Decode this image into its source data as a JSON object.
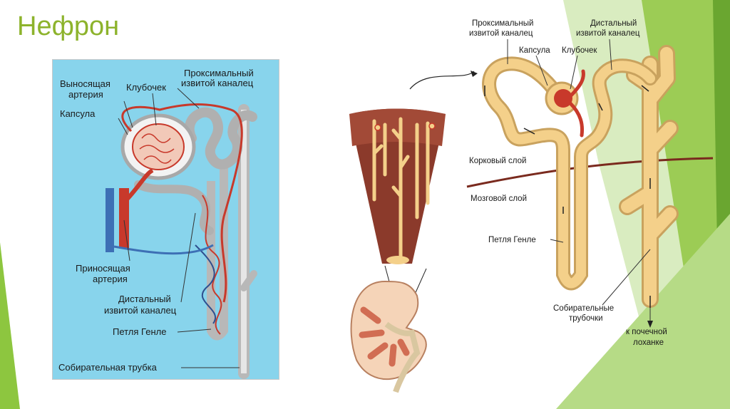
{
  "slide": {
    "title": "Нефрон"
  },
  "left_diagram": {
    "labels": {
      "efferent_1": "Выносящая",
      "efferent_2": "артерия",
      "glomerulus": "Клубочек",
      "proximal_1": "Проксимальный",
      "proximal_2": "извитой каналец",
      "capsule": "Капсула",
      "afferent_1": "Приносящая",
      "afferent_2": "артерия",
      "distal_1": "Дистальный",
      "distal_2": "извитой каналец",
      "henle": "Петля Генле",
      "collecting": "Собирательная трубка"
    }
  },
  "right_diagram": {
    "labels": {
      "proximal_1": "Проксимальный",
      "proximal_2": "извитой каналец",
      "distal_1": "Дистальный",
      "distal_2": "извитой каналец",
      "capsule": "Капсула",
      "glomerulus": "Клубочек",
      "cortex": "Корковый слой",
      "medulla": "Мозговой слой",
      "henle": "Петля Генле",
      "collecting_1": "Собирательные",
      "collecting_2": "трубочки",
      "pelvis_1": "к почечной",
      "pelvis_2": "лоханке"
    }
  },
  "colors": {
    "accent": "#8db32c",
    "panel": "#88d4ec",
    "tubule": "#f4d08a",
    "artery": "#c8392b",
    "vein": "#3d6fb5"
  }
}
